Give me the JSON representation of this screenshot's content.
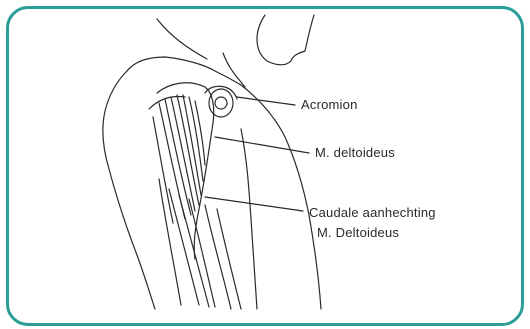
{
  "diagram": {
    "labels": {
      "acromion": "Acromion",
      "deltoideus": "M. deltoideus",
      "caudale_line1": "Caudale aanhechting",
      "caudale_line2": "M. Deltoideus"
    },
    "colors": {
      "border": "#2a9d96",
      "ink": "#2a2a2a",
      "background": "#ffffff"
    }
  }
}
